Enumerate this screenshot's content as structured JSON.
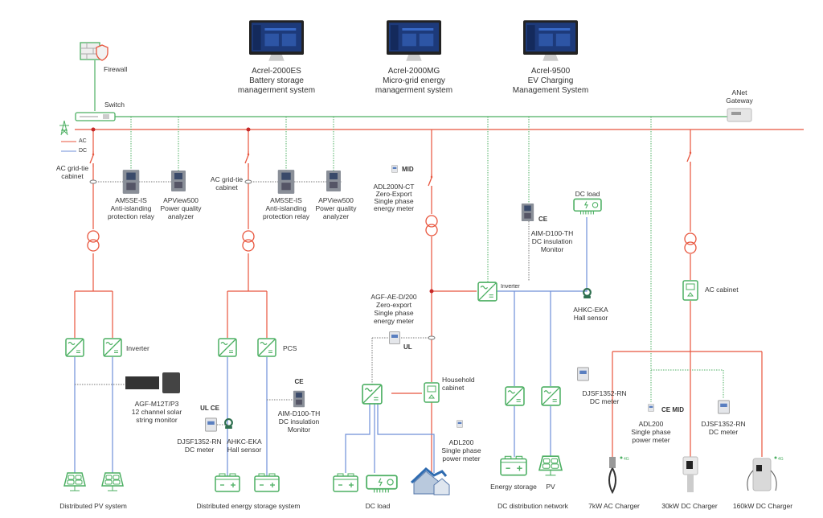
{
  "colors": {
    "ac": "#e8553d",
    "dc": "#6f8fd8",
    "comm": "#4caf62"
  },
  "legend": {
    "ac": "AC",
    "dc": "DC"
  },
  "top": {
    "firewall": "Firewall",
    "switch": "Switch",
    "gateway": "ANet\nGateway",
    "systems": [
      {
        "label": "Acrel-2000ES\nBattery storage\nmanagerment system"
      },
      {
        "label": "Acrel-2000MG\nMicro-grid energy\nmanagerment system"
      },
      {
        "label": "Acrel-9500\nEV Charging\nManagement System"
      }
    ]
  },
  "pv": {
    "cabinet": "AC grid-tie\ncabinet",
    "relay": "AM5SE-IS\nAnti-islanding\nprotection relay",
    "analyzer": "APView500\nPower quality\nanalyzer",
    "inverter": "Inverter",
    "monitor": "AGF-M12T/P3\n12 channel solar\nstring monitor",
    "title": "Distributed PV system"
  },
  "ess": {
    "cabinet": "AC grid-tie\ncabinet",
    "relay": "AM5SE-IS\nAnti-islanding\nprotection relay",
    "analyzer": "APView500\nPower quality\nanalyzer",
    "pcs": "PCS",
    "cert1": "UL CE",
    "meter": "DJSF1352-RN\nDC meter",
    "hall": "AHKC-EKA\nHall sensor",
    "cert2": "CE",
    "imd": "AIM-D100-TH\nDC insulation\nMonitor",
    "title": "Distributed energy storage system"
  },
  "home": {
    "mid": "MID",
    "meter1": "ADL200N-CT\nZero-Export\nSingle phase\nenergy meter",
    "meter2": "AGF-AE-D/200\nZero-export\nSingle phase\nenergy meter",
    "ul": "UL",
    "cabinet": "Household\ncabinet",
    "meter3": "ADL200\nSingle phase\npower meter",
    "title": "DC load"
  },
  "dcnet": {
    "inverter": "Inverter",
    "load": "DC load",
    "ce": "CE",
    "imd": "AIM-D100-TH\nDC insulation\nMonitor",
    "hall": "AHKC-EKA\nHall sensor",
    "meter": "DJSF1352-RN\nDC meter",
    "storage": "Energy storage",
    "pv": "PV",
    "title": "DC distribution network"
  },
  "ev": {
    "cabinet": "AC  cabinet",
    "cert": "CE MID",
    "meter1": "ADL200\nSingle phase\npower meter",
    "meter2": "DJSF1352-RN\nDC meter",
    "fourg": "4G",
    "chargers": [
      "7kW AC Charger",
      "30kW DC Charger",
      "160kW DC Charger"
    ]
  }
}
